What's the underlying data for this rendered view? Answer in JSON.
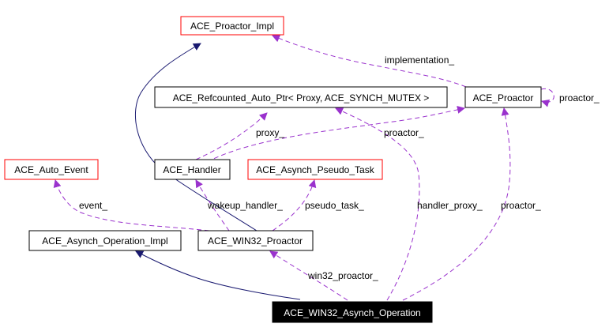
{
  "colors": {
    "background": "#ffffff",
    "normal_border": "#000000",
    "missing_border": "#ff0000",
    "focus_fill": "#000000",
    "focus_text": "#ffffff",
    "inheritance_edge": "#191970",
    "usage_edge": "#9a32cd"
  },
  "nodes": {
    "proactor_impl": {
      "label": "ACE_Proactor_Impl",
      "kind": "missing"
    },
    "refcounted_auto_ptr": {
      "label": "ACE_Refcounted_Auto_Ptr< Proxy, ACE_SYNCH_MUTEX >",
      "kind": "normal"
    },
    "proactor": {
      "label": "ACE_Proactor",
      "kind": "normal"
    },
    "auto_event": {
      "label": "ACE_Auto_Event",
      "kind": "missing"
    },
    "handler": {
      "label": "ACE_Handler",
      "kind": "normal"
    },
    "asynch_pseudo_task": {
      "label": "ACE_Asynch_Pseudo_Task",
      "kind": "missing"
    },
    "asynch_operation_impl": {
      "label": "ACE_Asynch_Operation_Impl",
      "kind": "normal"
    },
    "win32_proactor": {
      "label": "ACE_WIN32_Proactor",
      "kind": "normal"
    },
    "win32_asynch_operation": {
      "label": "ACE_WIN32_Asynch_Operation",
      "kind": "focus"
    }
  },
  "edge_labels": {
    "implementation": "implementation_",
    "proactor_self": "proactor_",
    "proxy": "proxy_",
    "proactor_handler": "proactor_",
    "event": "event_",
    "wakeup_handler": "wakeup_handler_",
    "pseudo_task": "pseudo_task_",
    "handler_proxy": "handler_proxy_",
    "proactor_op": "proactor_",
    "win32_proactor": "win32_proactor_"
  }
}
